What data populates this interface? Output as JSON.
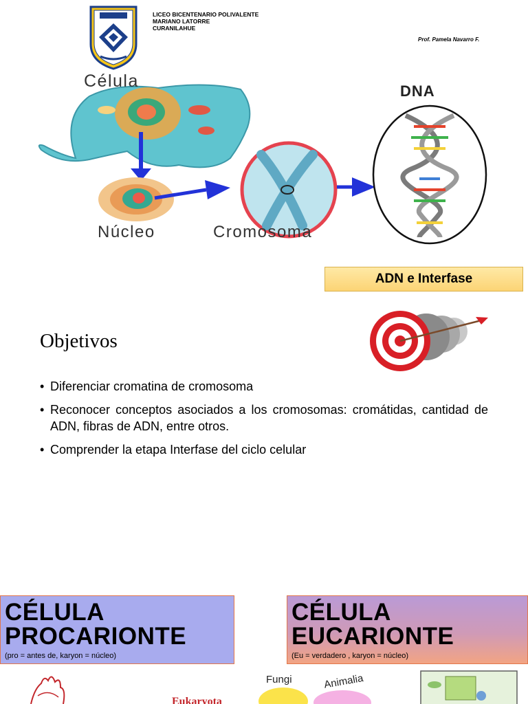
{
  "header": {
    "school_lines": [
      "LICEO BICENTENARIO POLIVALENTE",
      "MARIANO LATORRE",
      "CURANILAHUE"
    ],
    "teacher": "Prof. Pamela Navarro F."
  },
  "diagram": {
    "labels": {
      "cell": "Célula",
      "nucleus": "Núcleo",
      "chromosome": "Cromosoma",
      "dna": "DNA"
    }
  },
  "topic": "ADN e Interfase",
  "objectives": {
    "title": "Objetivos",
    "items": [
      "Diferenciar cromatina de cromosoma",
      "Reconocer conceptos asociados a los cromosomas: cromátidas, cantidad de ADN, fibras de ADN, entre otros.",
      "Comprender la etapa Interfase del ciclo celular"
    ]
  },
  "cells": {
    "prokaryote": {
      "title_line1": "CÉLULA",
      "title_line2": "PROCARIONTE",
      "note": "(pro = antes de, karyon = núcleo)"
    },
    "eukaryote": {
      "title_line1": "CÉLULA",
      "title_line2": "EUCARIONTE",
      "note": "(Eu = verdadero , karyon = núcleo)"
    }
  },
  "bottom_labels": {
    "eukaryota": "Eukaryota",
    "fungi": "Fungi",
    "animalia": "Animalia"
  }
}
